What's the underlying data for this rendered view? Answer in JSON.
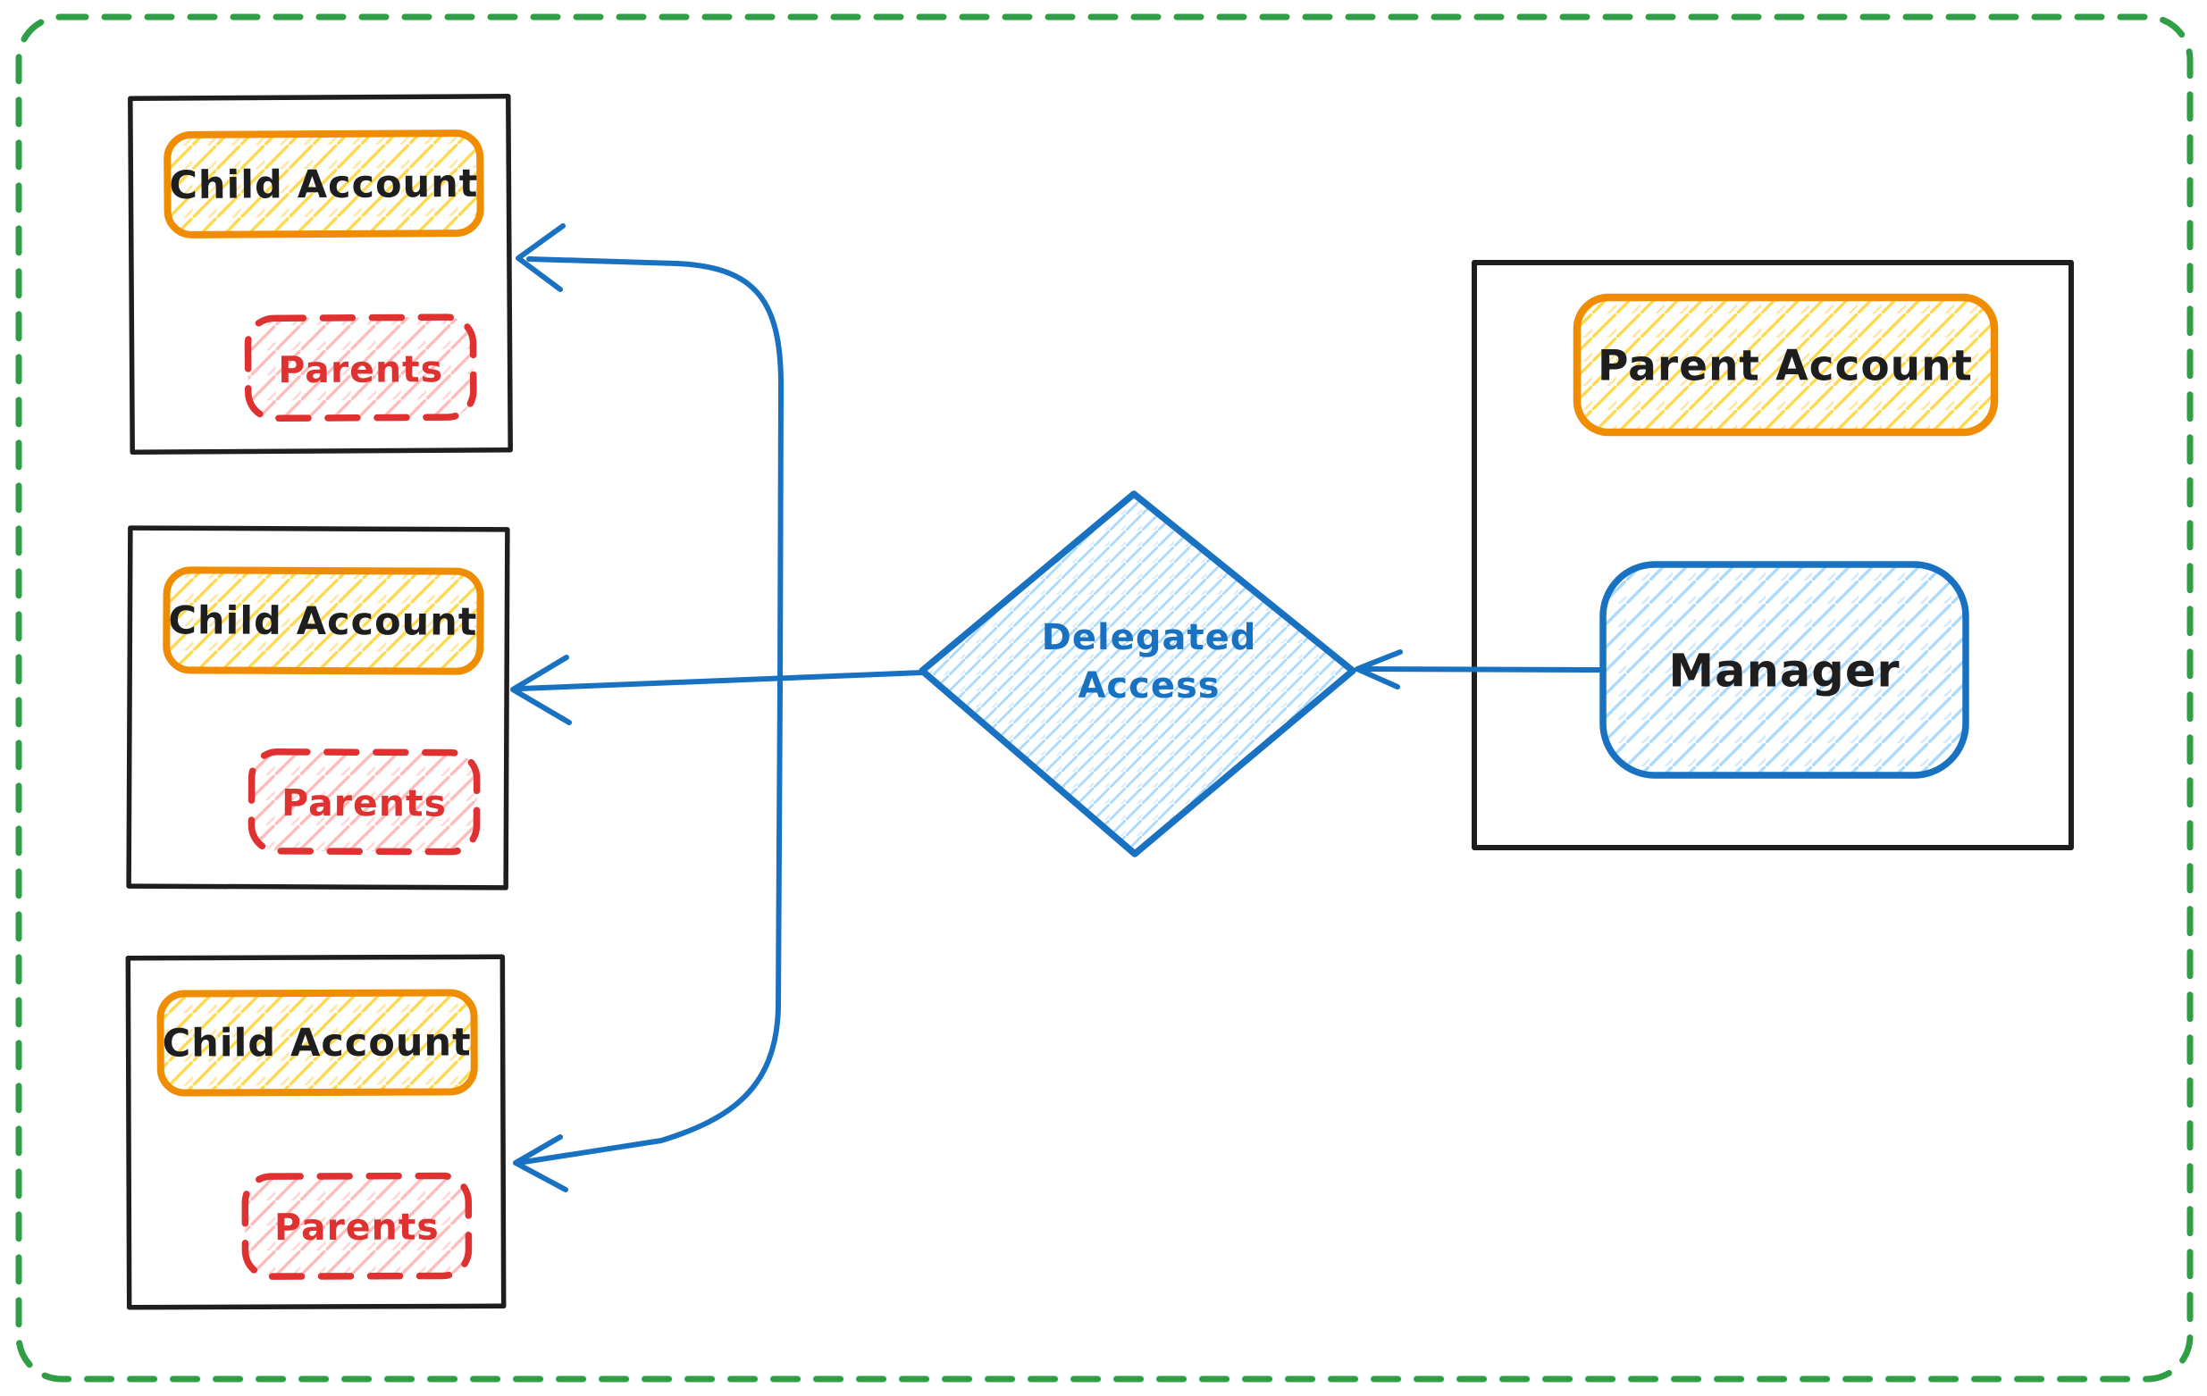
{
  "diagram": {
    "children": [
      {
        "title": "Child Account",
        "member": "Parents"
      },
      {
        "title": "Child Account",
        "member": "Parents"
      },
      {
        "title": "Child Account",
        "member": "Parents"
      }
    ],
    "parent": {
      "title": "Parent Account",
      "manager": "Manager"
    },
    "decision": {
      "line1": "Delegated",
      "line2": "Access"
    },
    "edges": [
      {
        "from": "Manager",
        "to": "Delegated Access"
      },
      {
        "from": "Delegated Access",
        "to": "Child Account 1"
      },
      {
        "from": "Delegated Access",
        "to": "Child Account 2"
      },
      {
        "from": "Delegated Access",
        "to": "Child Account 3"
      }
    ],
    "colors": {
      "canvas_border_green": "#2f9e44",
      "box_black": "#1e1e1e",
      "accent_orange": "#f08c00",
      "yellow_hatch": "#ffd43b",
      "alert_red": "#e03131",
      "red_hatch": "#ffc9c9",
      "flow_blue": "#1971c2",
      "blue_hatch": "#a5d8ff",
      "background": "#ffffff"
    }
  }
}
